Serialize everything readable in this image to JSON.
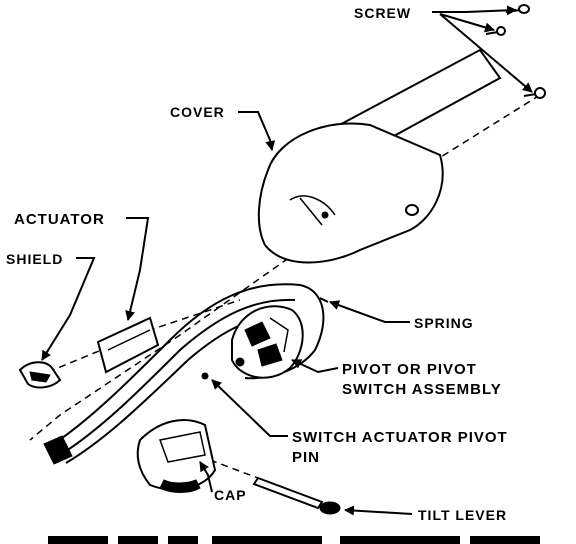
{
  "labels": {
    "screw": "SCREW",
    "cover": "COVER",
    "actuator": "ACTUATOR",
    "shield": "SHIELD",
    "spring": "SPRING",
    "pivot_line1": "PIVOT OR PIVOT",
    "pivot_line2": "SWITCH ASSEMBLY",
    "pin_line1": "SWITCH ACTUATOR PIVOT",
    "pin_line2": "PIN",
    "cap": "CAP",
    "tilt_lever": "TILT LEVER"
  }
}
